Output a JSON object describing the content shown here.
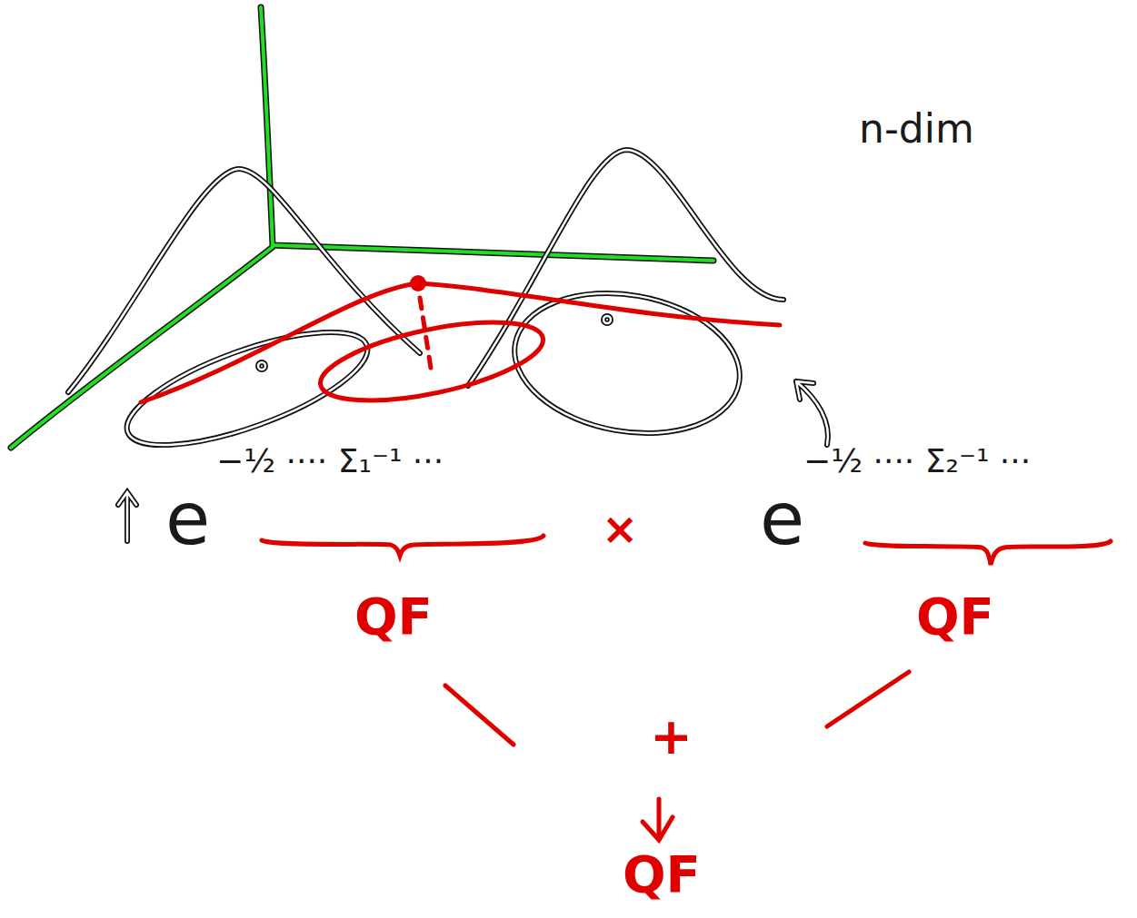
{
  "diagram": {
    "labels": [
      "n-dim",
      "e",
      "−½ ···· Σ₁⁻¹ ···",
      "×",
      "e",
      "−½ ···· Σ₂⁻¹ ···",
      "QF",
      "QF",
      "+",
      "QF"
    ]
  }
}
